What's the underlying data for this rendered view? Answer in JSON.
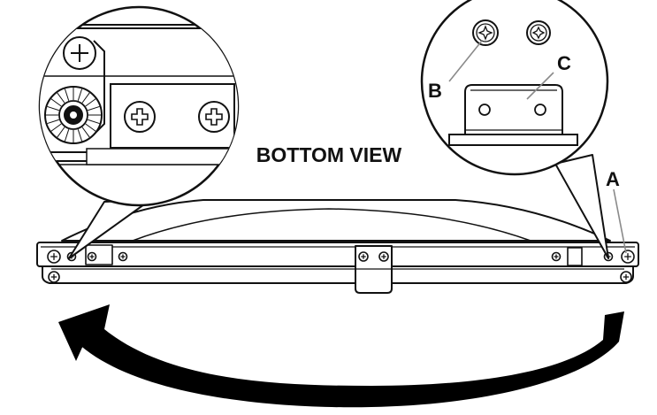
{
  "diagram": {
    "title": "BOTTOM VIEW",
    "callouts": [
      {
        "id": "A",
        "label": "A"
      },
      {
        "id": "B",
        "label": "B"
      },
      {
        "id": "C",
        "label": "C"
      }
    ],
    "colors": {
      "line": "#111111",
      "fill": "#ffffff",
      "leader": "#8a8a8a",
      "arrow": "#000000"
    },
    "icons": [
      "phillips-screw-icon",
      "cap-screw-icon",
      "rotation-arrow-icon"
    ]
  }
}
